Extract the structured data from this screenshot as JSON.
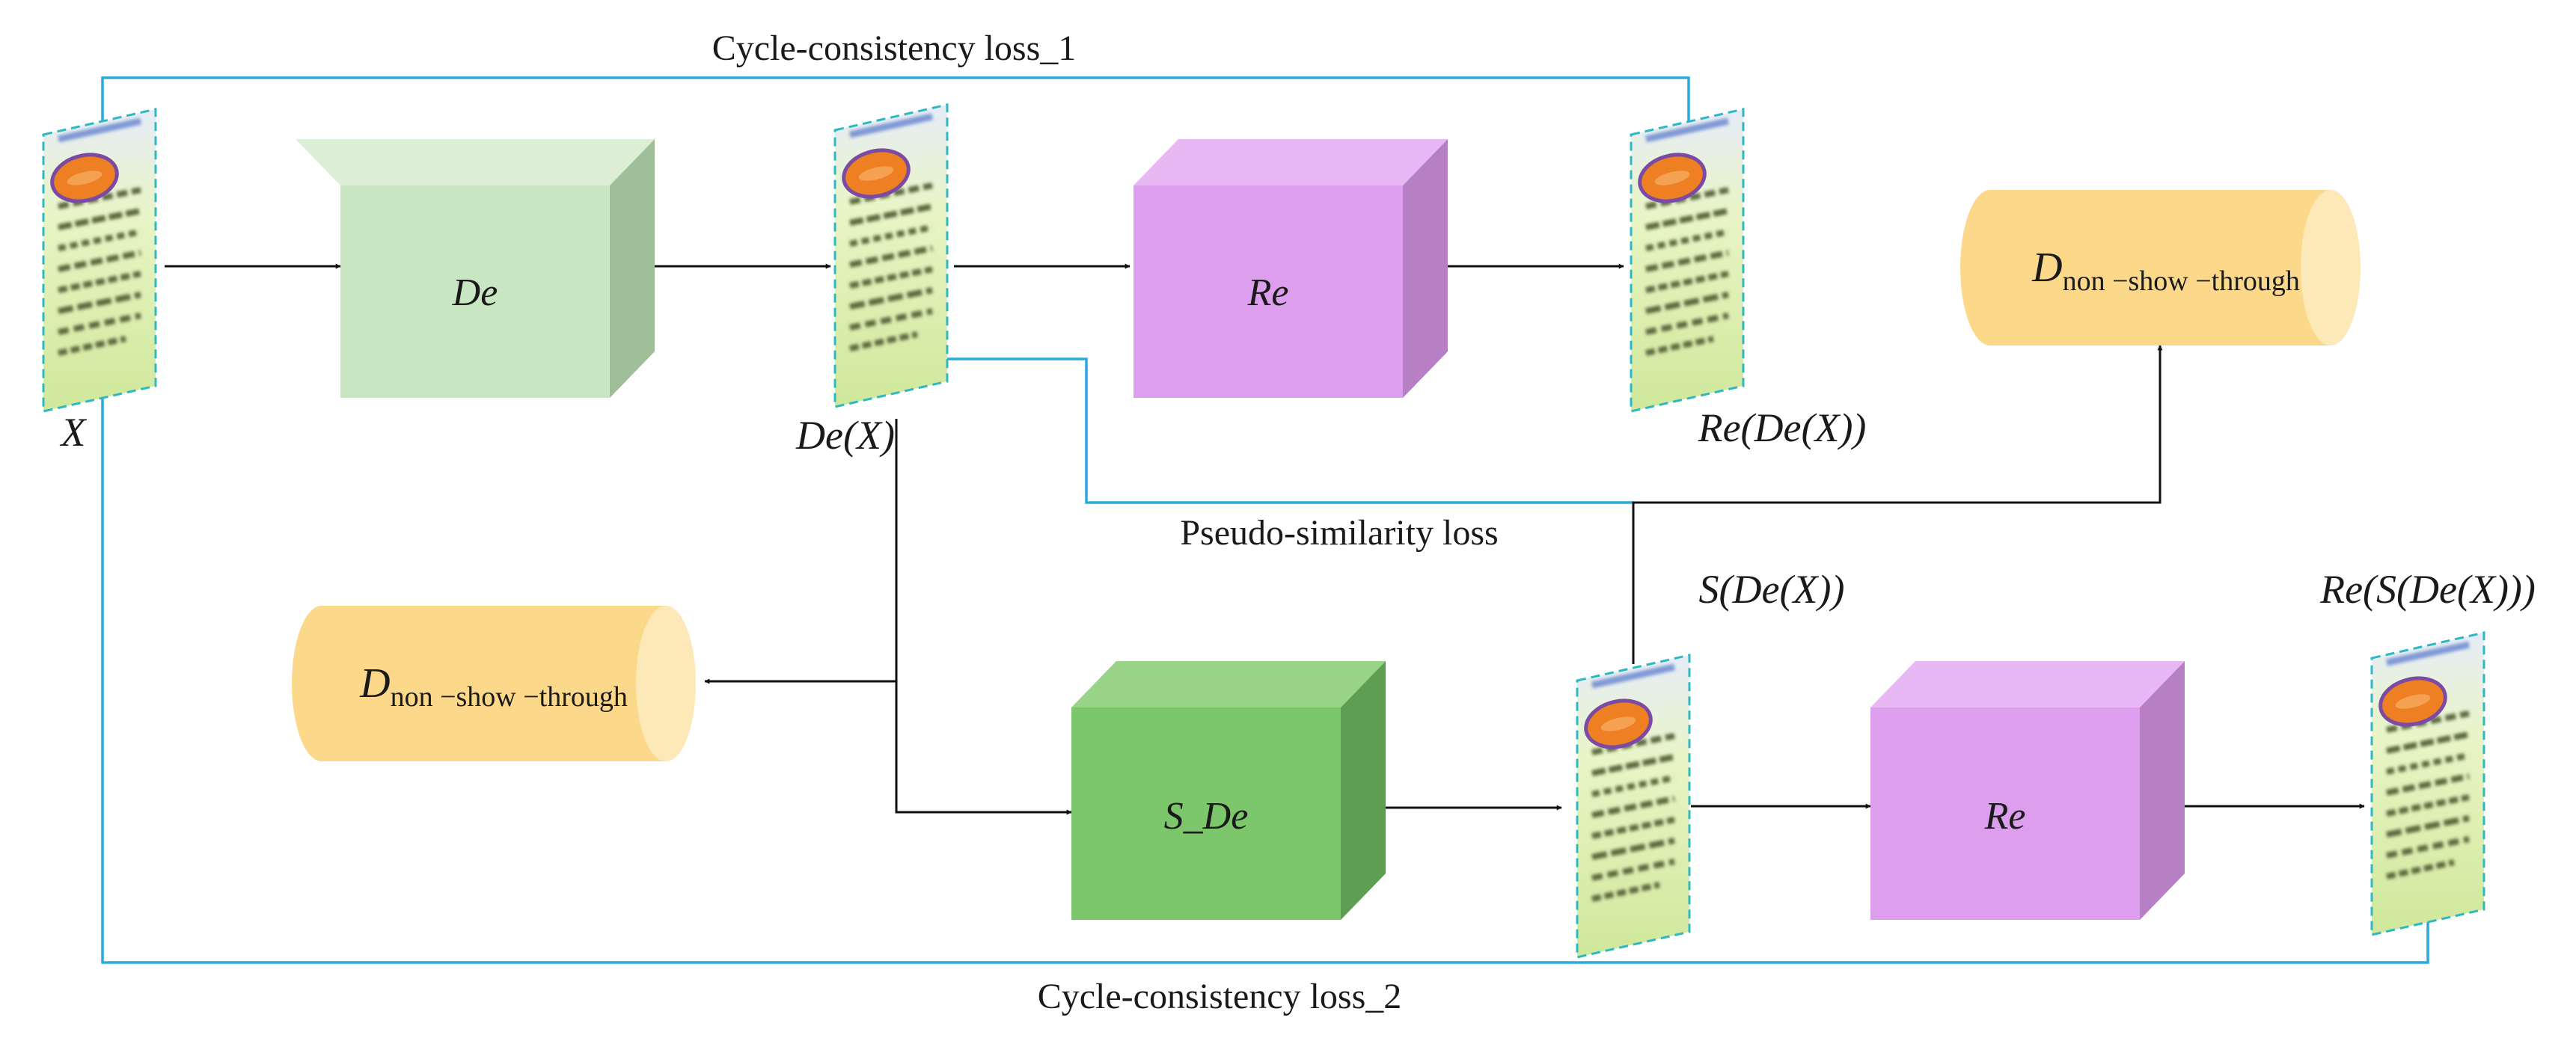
{
  "losses": {
    "cycle1": "Cycle-consistency loss_1",
    "cycle2": "Cycle-consistency loss_2",
    "pseudo": "Pseudo-similarity  loss"
  },
  "blocks": {
    "de": "De",
    "re_top": "Re",
    "s_de": "S_De",
    "re_bottom": "Re"
  },
  "images": {
    "x": "X",
    "de_x": "De(X)",
    "re_de_x": "Re(De(X))",
    "s_de_x": "S(De(X))",
    "re_s_de_x": "Re(S(De(X)))"
  },
  "discriminators": {
    "top": {
      "main": "D",
      "sub": "non −show −through"
    },
    "bottom": {
      "main": "D",
      "sub": "non −show −through"
    }
  },
  "colors": {
    "cyan_line": "#29a9dc",
    "de_front": "#c9e6c3",
    "de_top": "#dceed6",
    "de_side": "#9fbf98",
    "sde_front": "#7cc66b",
    "sde_top": "#98d388",
    "sde_side": "#5e9e52",
    "re_front": "#dd9eee",
    "re_top": "#e8b8f4",
    "re_side": "#b77fc4",
    "disc_body": "#fcd98a",
    "disc_cap": "#fde8b8"
  }
}
